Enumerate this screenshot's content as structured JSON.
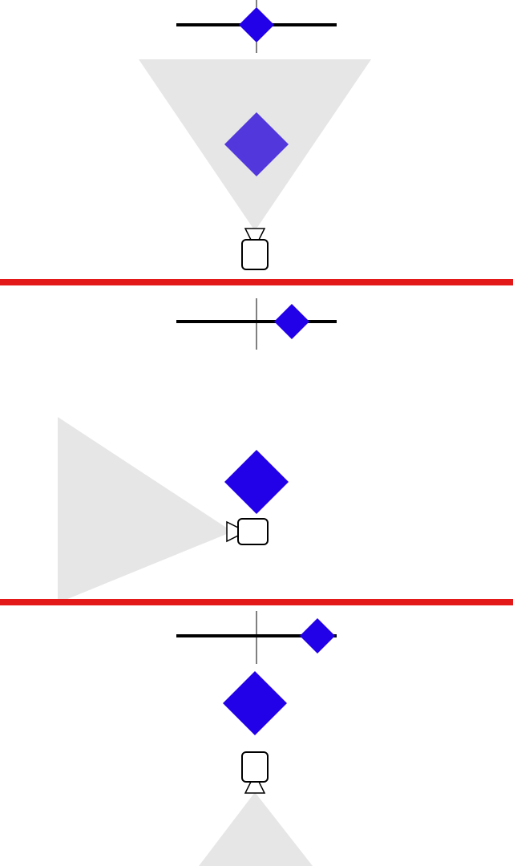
{
  "colors": {
    "background": "#ffffff",
    "separator": "#e31919",
    "slider_track": "#000000",
    "slider_knob": "#2200e8",
    "target_in_view": "#5238dc",
    "target": "#2200e8",
    "view_cone": "#e6e6e6",
    "camera_fill": "#ffffff",
    "camera_stroke": "#000000"
  },
  "panels": [
    {
      "name": "panel-1",
      "slider_value": 0.5,
      "camera_facing": "up",
      "target_inside_view": true
    },
    {
      "name": "panel-2",
      "slider_value": 0.72,
      "camera_facing": "left",
      "target_inside_view": false
    },
    {
      "name": "panel-3",
      "slider_value": 0.88,
      "camera_facing": "down",
      "target_inside_view": false
    }
  ],
  "icons": {
    "camera": "camera-icon",
    "target": "diamond-icon",
    "slider_knob": "diamond-slider-knob"
  }
}
